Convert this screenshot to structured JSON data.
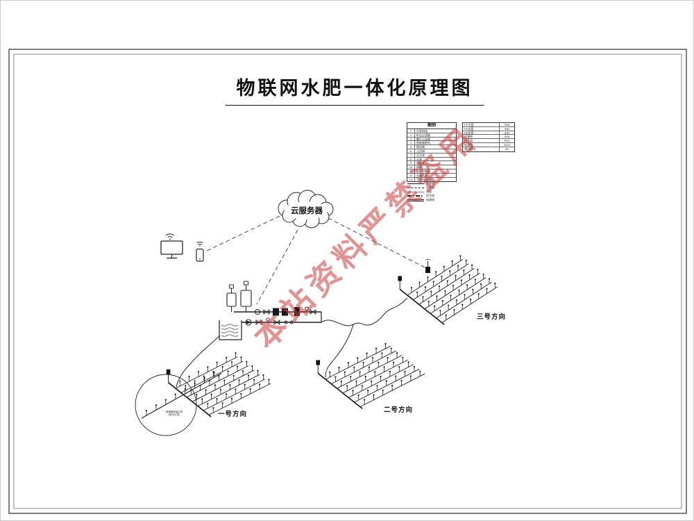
{
  "page": {
    "title": "物联网水肥一体化原理图",
    "watermark": "本站资料严禁盗用"
  },
  "cloud": {
    "label": "云服务器"
  },
  "fields": {
    "field1_label": "一号方向",
    "field2_label": "二号方向",
    "field3_label": "三号方向"
  },
  "detail": {
    "note_line1": "滴灌管安装大样",
    "note_line2": "(放大示意)"
  },
  "legend": {
    "title": "图例",
    "rows": [
      {
        "num": "1",
        "name": "水泵机组"
      },
      {
        "num": "2",
        "name": "砂石过滤器"
      },
      {
        "num": "3",
        "name": "叠片过滤器"
      },
      {
        "num": "4",
        "name": "智能施肥机"
      },
      {
        "num": "5",
        "name": "肥料桶"
      },
      {
        "num": "6",
        "name": "止回阀"
      },
      {
        "num": "7",
        "name": "压力表"
      },
      {
        "num": "8",
        "name": "水表"
      },
      {
        "num": "9",
        "name": "电磁阀"
      },
      {
        "num": "10",
        "name": "球阀"
      },
      {
        "num": "11",
        "name": "田间控制器"
      },
      {
        "num": "12",
        "name": "云服务器"
      },
      {
        "num": "13",
        "name": "手机/电脑端"
      }
    ],
    "right_rows": [
      {
        "name": "PE主管",
        "spec": "Φ90"
      },
      {
        "name": "PE支管",
        "spec": "Φ63"
      },
      {
        "name": "PE毛管",
        "spec": "Φ32"
      },
      {
        "name": "滴灌带",
        "spec": "Φ16"
      },
      {
        "name": "信号线",
        "spec": "RVV"
      },
      {
        "name": "电源线",
        "spec": "220V"
      },
      {
        "name": "通讯模块",
        "spec": "4G"
      }
    ],
    "line_rows": [
      {
        "label": "主管道",
        "style": "solid"
      },
      {
        "label": "支管道",
        "style": "dashed"
      },
      {
        "label": "毛管",
        "style": "dotted"
      },
      {
        "label": "信号线",
        "style": "dashdot"
      },
      {
        "label": "电源线",
        "style": "double"
      }
    ]
  }
}
